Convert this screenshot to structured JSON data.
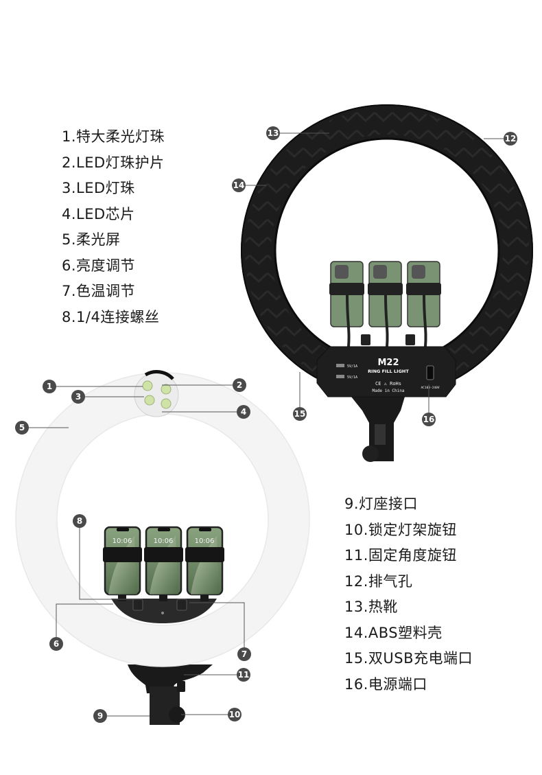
{
  "labels_top": [
    "1.特大柔光灯珠",
    "2.LED灯珠护片",
    "3.LED灯珠",
    "4.LED芯片",
    "5.柔光屏",
    "6.亮度调节",
    "7.色温调节",
    "8.1/4连接螺丝"
  ],
  "labels_bottom": [
    "9.灯座接口",
    "10.锁定灯架旋钮",
    "11.固定角度旋钮",
    "12.排气孔",
    "13.热靴",
    "14.ABS塑料壳",
    "15.双USB充电端口",
    "16.电源端口"
  ],
  "callouts": [
    "1",
    "2",
    "3",
    "4",
    "5",
    "6",
    "7",
    "8",
    "9",
    "10",
    "11",
    "12",
    "13",
    "14",
    "15",
    "16"
  ],
  "panel": {
    "model": "M22",
    "subtitle": "RING FILL LIGHT",
    "marks": "CE  ⚠  RoHs",
    "origin": "Made in China",
    "usb_1": "5V/1A",
    "usb_2": "5V/1A",
    "power": "AC100-240V"
  },
  "phone_time": "10:06",
  "colors": {
    "ring_dark": "#1c1c1c",
    "ring_light": "#f3f3f3",
    "callout_badge": "#4a4a4a",
    "phone_screen": "#6f8a67"
  }
}
